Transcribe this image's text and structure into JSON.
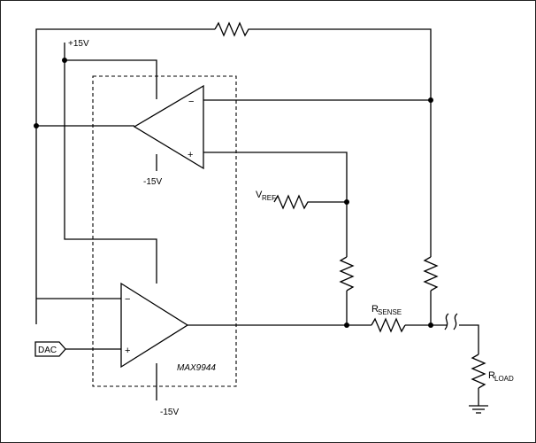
{
  "labels": {
    "pos_supply": "+15V",
    "neg_supply_top": "-15V",
    "neg_supply_bottom": "-15V",
    "vref_main": "V",
    "vref_sub": "REF",
    "rsense_main": "R",
    "rsense_sub": "SENSE",
    "rload_main": "R",
    "rload_sub": "LOAD",
    "dac": "DAC",
    "chip": "MAX9944",
    "minus": "−",
    "plus": "+"
  }
}
